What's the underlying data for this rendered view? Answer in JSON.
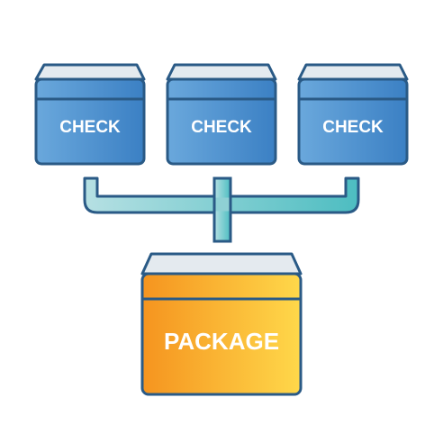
{
  "diagram": {
    "check_boxes": [
      {
        "label": "CHECK"
      },
      {
        "label": "CHECK"
      },
      {
        "label": "CHECK"
      }
    ],
    "package_box": {
      "label": "PACKAGE"
    },
    "colors": {
      "check_fill_light": "#6aa8dc",
      "check_fill_dark": "#3b80c4",
      "check_lid": "#e4eaef",
      "outline": "#2a5a86",
      "package_fill_light": "#ffd84a",
      "package_fill_dark": "#f5941f",
      "connector_light": "#b6e0e3",
      "connector_dark": "#4dbdc1"
    }
  }
}
